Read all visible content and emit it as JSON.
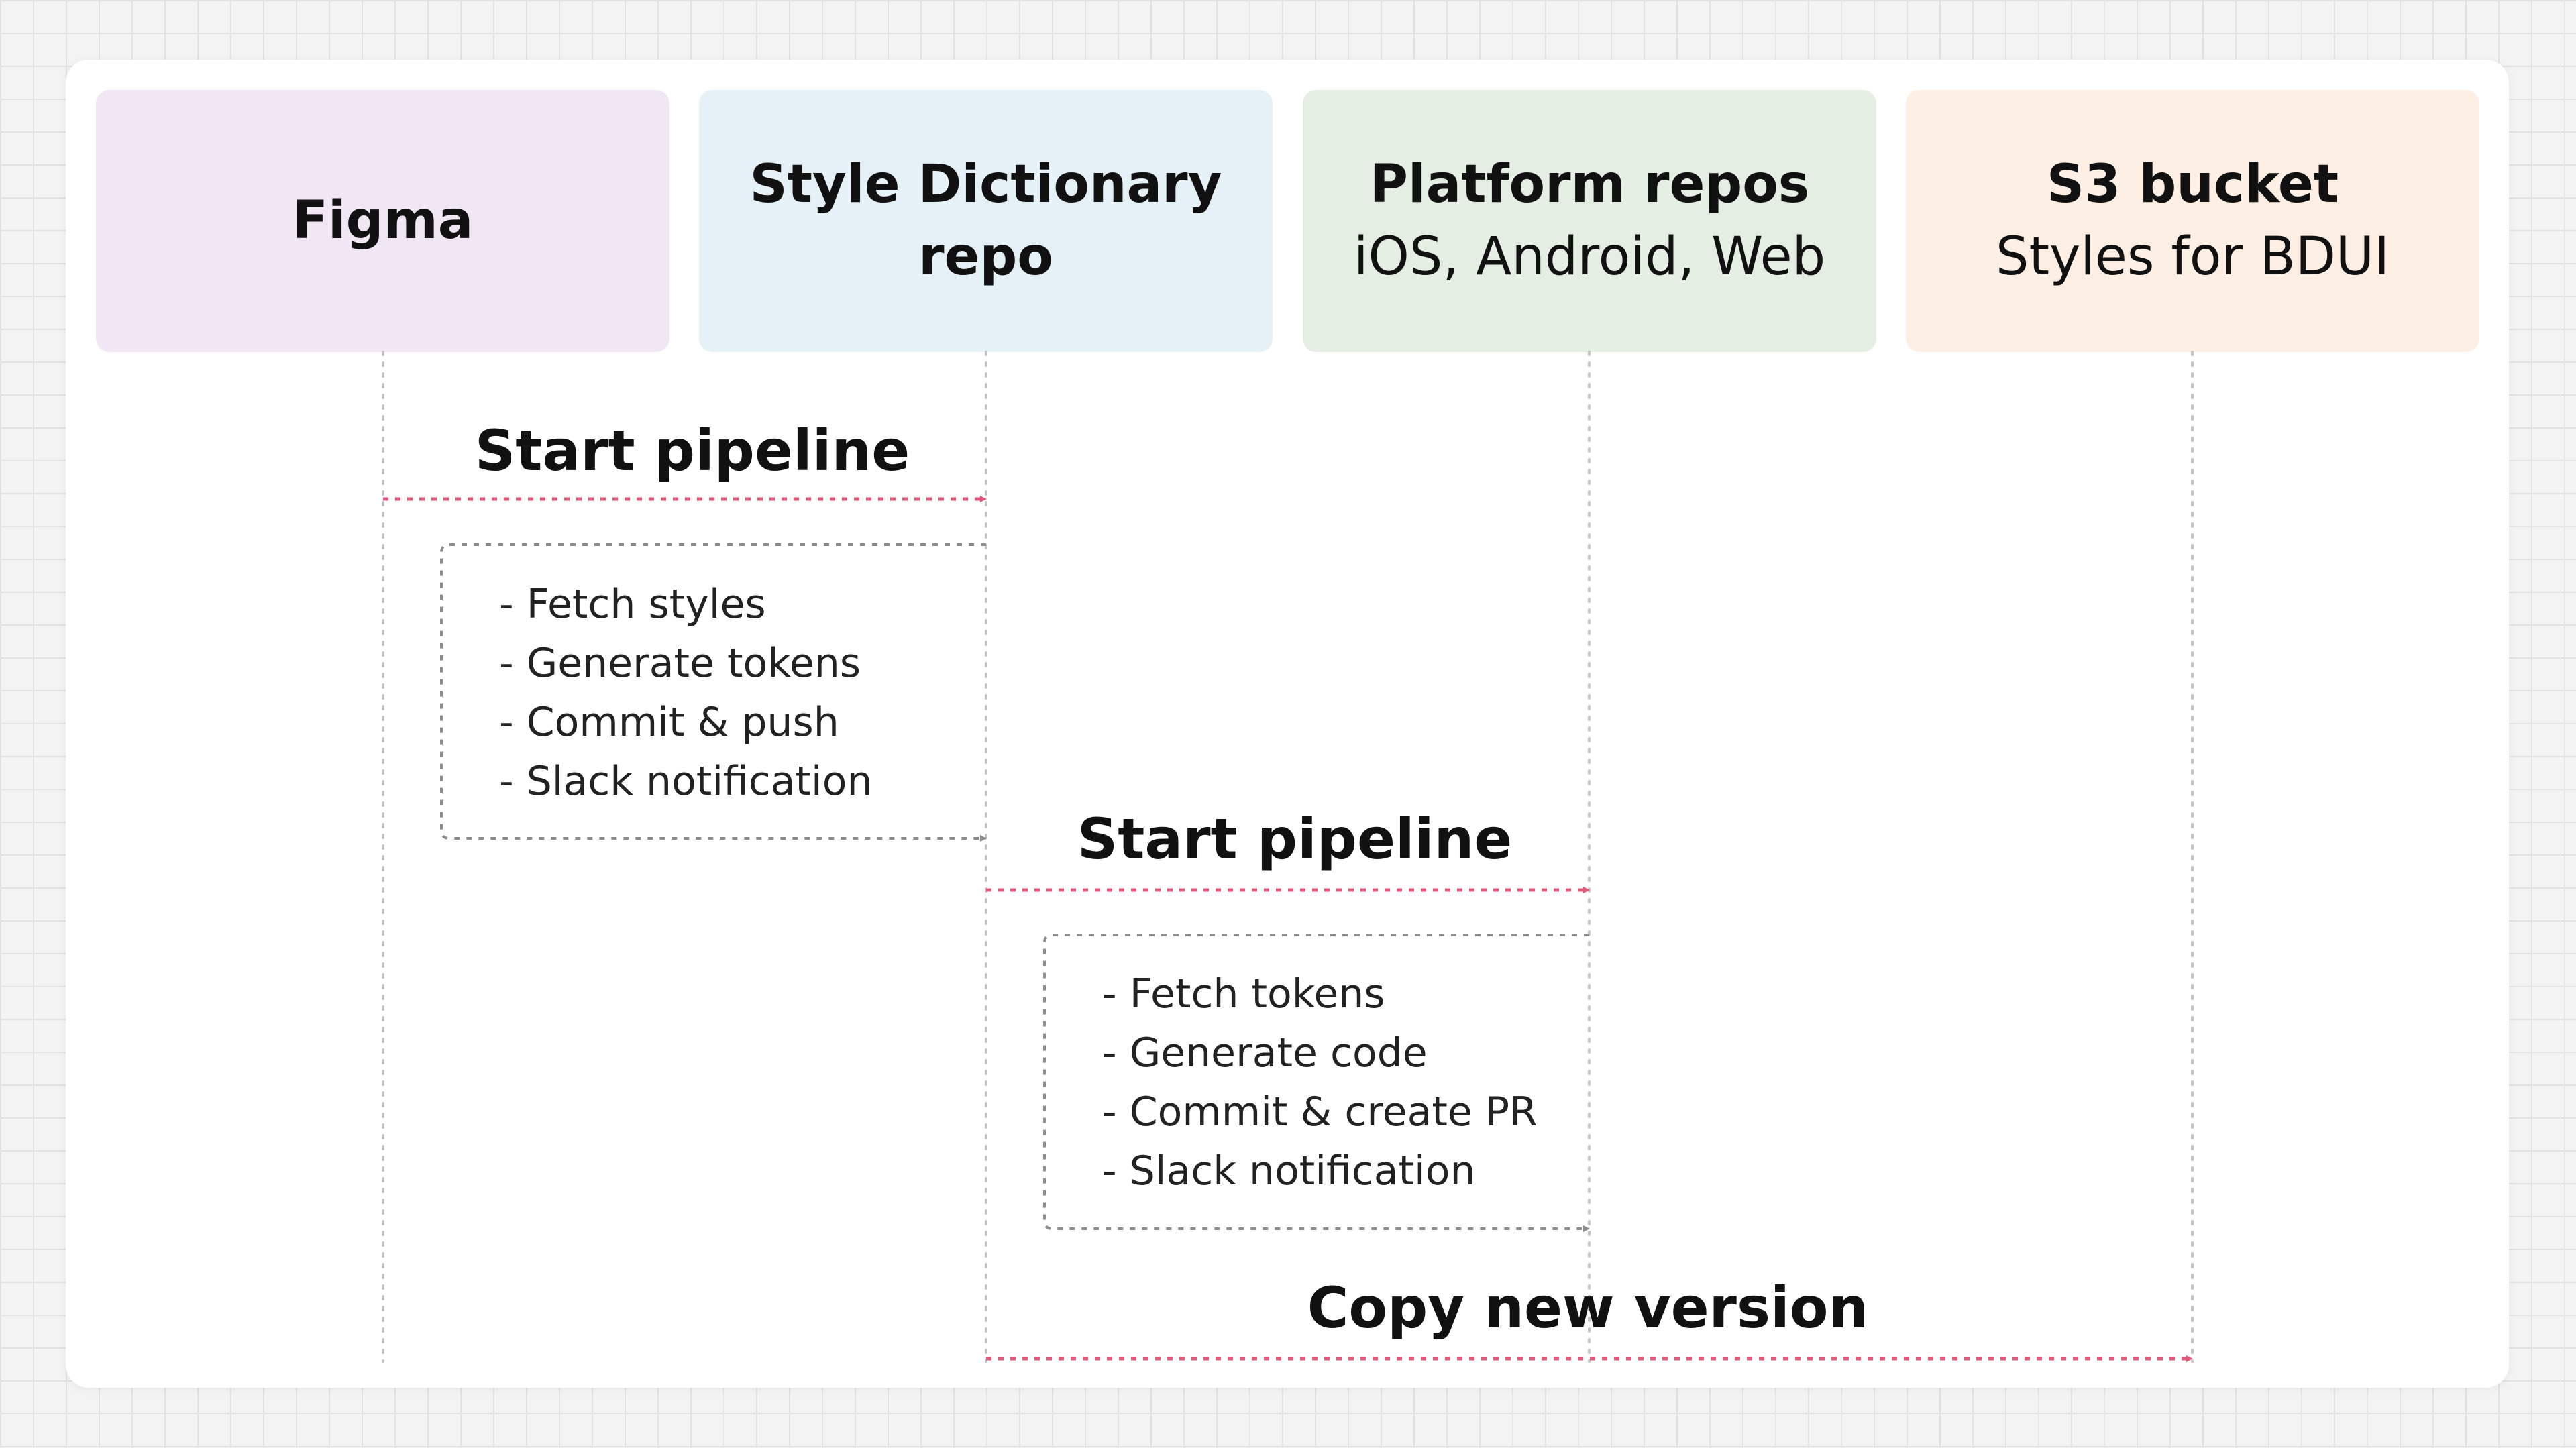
{
  "colors": {
    "figma": "#f1e6f4",
    "style_dictionary": "#e5f0f7",
    "platform": "#e4eee3",
    "s3": "#fdefe4",
    "arrow_pink": "#e0597a",
    "arrow_gray": "#8c8c8c",
    "lifeline": "#c4c4c4"
  },
  "lanes": {
    "figma": {
      "title": "Figma"
    },
    "style_dictionary": {
      "title": "Style Dictionary repo"
    },
    "platform": {
      "title": "Platform repos",
      "subtitle": "iOS, Android, Web"
    },
    "s3": {
      "title": "S3 bucket",
      "subtitle": "Styles for BDUI"
    }
  },
  "messages": {
    "first": {
      "label": "Start pipeline",
      "from": "Figma",
      "to": "Style Dictionary repo"
    },
    "second": {
      "label": "Start pipeline",
      "from": "Style Dictionary repo",
      "to": "Platform repos"
    },
    "third": {
      "label": "Copy new version",
      "from": "Style Dictionary repo",
      "to": "S3 bucket"
    }
  },
  "step_groups": {
    "style_dictionary": [
      "- Fetch styles",
      "- Generate tokens",
      "- Commit & push",
      "- Slack notification"
    ],
    "platform": [
      "- Fetch tokens",
      "- Generate code",
      "- Commit & create PR",
      "- Slack notification"
    ]
  }
}
